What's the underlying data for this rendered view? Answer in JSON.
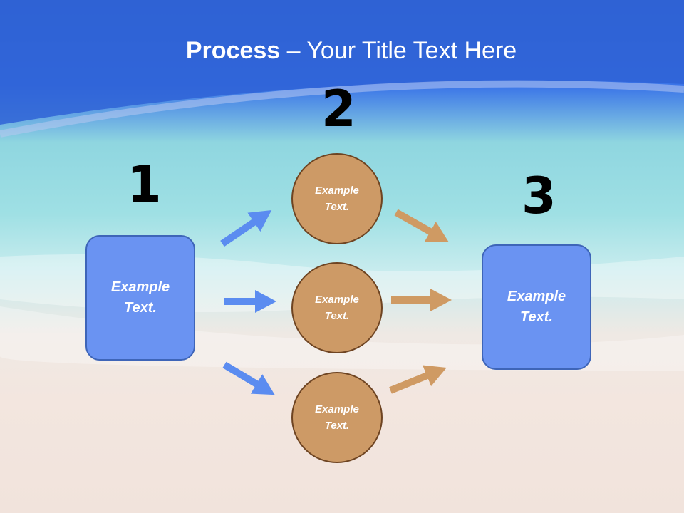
{
  "title": {
    "bold": "Process",
    "rest": " – Your Title Text Here"
  },
  "steps": {
    "one": "1",
    "two": "2",
    "three": "3"
  },
  "left_box": {
    "line1": "Example",
    "line2": "Text."
  },
  "circles": [
    {
      "line1": "Example",
      "line2": "Text."
    },
    {
      "line1": "Example",
      "line2": "Text."
    },
    {
      "line1": "Example",
      "line2": "Text."
    }
  ],
  "right_box": {
    "line1": "Example",
    "line2": "Text."
  },
  "colors": {
    "box_fill": "#6a93f2",
    "box_border": "#3e65b8",
    "circle_fill": "#cd9a66",
    "circle_border": "#6e4422",
    "blue_arrow": "#5b8cf0",
    "orange_arrow": "#cf9a63"
  }
}
